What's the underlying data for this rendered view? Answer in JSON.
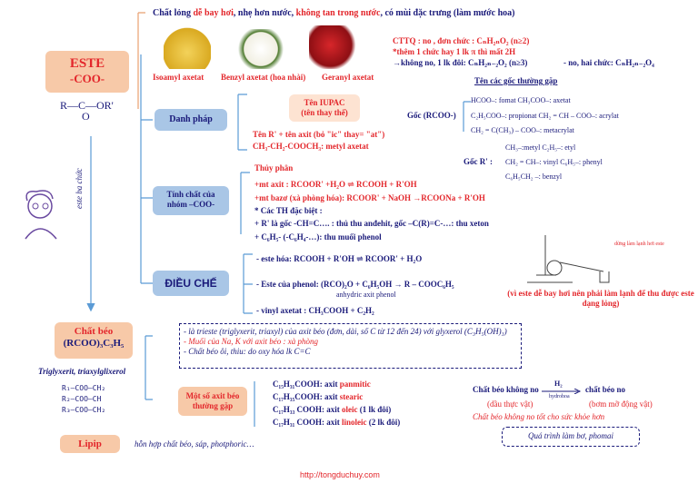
{
  "main": {
    "title": "ESTE",
    "subtitle": "-COO-",
    "formula_R": "R—C—OR'",
    "formula_O": "O",
    "vertical_label": "este ba chức"
  },
  "intro": {
    "line1_a": "Chất lỏng ",
    "line1_b": "dễ bay hơi",
    "line1_c": ", nhẹ hơn nước, ",
    "line1_d": "không tan trong nước",
    "line1_e": ", có mùi đặc trưng (làm mước hoa)"
  },
  "images": [
    {
      "label": "Isoamyl axetat"
    },
    {
      "label": "Benzyl axetat (hoa nhài)"
    },
    {
      "label": "Geranyl axetat"
    }
  ],
  "cttq": {
    "line1": "CTTQ : no , đơn chức : CₙH₂ₙO₂ (n≥2)",
    "line2": "*thêm 1 chức hay 1 lk π thì mất 2H",
    "line3": "→không no, 1 lk đôi: CₙH₂ₙ₋₂O₂ (n≥3)",
    "line4": "- no, hai chức: CₙH₂ₙ₋₂O₄"
  },
  "danh_phap": {
    "label": "Danh pháp",
    "iupac_title": "Tên IUPAC",
    "iupac_sub": "(tên thay thế)",
    "rule": "Tên R' + tên axit (bỏ \"ic\" thay= \"at\")",
    "example": "CH₃-CH₂-COOCH₃: metyl axetat",
    "common_title": "Tên các gốc thường gặp",
    "goc_acid_label": "Gốc (RCOO-)",
    "goc_acid": [
      "HCOO–: fomat      CH₃COO–: axetat",
      "C₂H₅COO–: propionat   CH₂ = CH – COO–: acrylat",
      "CH₂ = C(CH₃) – COO–: metacrylat"
    ],
    "goc_r_label": "Gốc R' :",
    "goc_r": [
      "CH₃–:metyl   C₂H₅–: etyl",
      "CH₂ = CH–: vinyl    C₆H₅–: phenyl",
      "C₆H₅CH₂ –: benzyl"
    ]
  },
  "tinh_chat": {
    "label": "Tính chất của nhóm –COO-",
    "title": "Thủy phân",
    "line1": "+mt axit : RCOOR' +H₂O ⇌ RCOOH + R'OH",
    "line2": "+mt bazơ (xà phòng hóa): RCOOR' + NaOH →RCOONa + R'OH",
    "line3": "* Các TH đặc biệt :",
    "line4": "+ R' là gốc -CH=C…. : thủ thu anđehit,  gốc –C(R)=C-…: thu xeton",
    "line5": "+ C₆H₅- (-C₆H₄-…): thu muối phenol"
  },
  "dieu_che": {
    "label": "ĐIỀU CHẾ",
    "line1": "- este hóa:  RCOOH + R'OH ⇌ RCOOR' + H₂O",
    "line2": "- Este của phenol: (RCO)₂O + C₆H₅OH → R – COOC₆H₅",
    "line2_sub": "anhydric axit          phenol",
    "line3": "- vinyl axetat : CH₃COOH + C₂H₂",
    "apparatus_note": "dừng làm lạnh hơi este",
    "note": "(vì este dễ bay hơi nên phải làm lạnh để thu được este dạng lỏng)"
  },
  "chat_beo": {
    "label": "Chất béo",
    "formula": "(RCOO)₃C₃H₅",
    "name": "Triglyxerit, triaxylglixerol",
    "struct": [
      "R₁—COO—CH₂",
      "R₂—COO—CH",
      "R₃—COO—CH₂"
    ],
    "def1": "- là trieste (triglyxerit, triaxyl) của axit béo (đơn, dài, số C từ 12 đến 24) với glyxerol (C₃H₅(OH)₃)",
    "def2": "- Muối của Na, K với axit béo : xà phòng",
    "def3": "- Chất béo ôi, thiu: do oxy hóa lk C=C",
    "acids_label": "Một số axit béo thường gặp",
    "acids": [
      {
        "f": "C₁₅H₃₁COOH: axit ",
        "n": "panmitic",
        "x": ""
      },
      {
        "f": "C₁₇H₃₅COOH: axit ",
        "n": "stearic",
        "x": ""
      },
      {
        "f": "C₁₇H₃₃ COOH: axit ",
        "n": "oleic",
        "x": " (1 lk đôi)"
      },
      {
        "f": "C₁₇H₃₁ COOH: axit ",
        "n": "linoleic",
        "x": " (2 lk đôi)"
      }
    ],
    "reaction_left": "Chất béo không no",
    "reaction_cond": "H₂",
    "reaction_cond2": "hydrohoa",
    "reaction_right": "chất béo no",
    "left_sub": "(dầu thực vật)",
    "right_sub": "(bơm mỡ động vật)",
    "warning": "Chất béo không no tốt cho sức khỏe hơn",
    "process": "Quá trình làm bơ, phomai"
  },
  "lipip": {
    "label": "Lipip",
    "desc": "hỗn hợp chất béo, sáp, photphoric…"
  },
  "footer": {
    "url": "http://tongduchuy.com"
  },
  "colors": {
    "orange": "#f7c9a8",
    "blue": "#a9c6e6",
    "red": "#e3262b",
    "navy": "#1a1a7a",
    "line": "#5b9bd5"
  }
}
